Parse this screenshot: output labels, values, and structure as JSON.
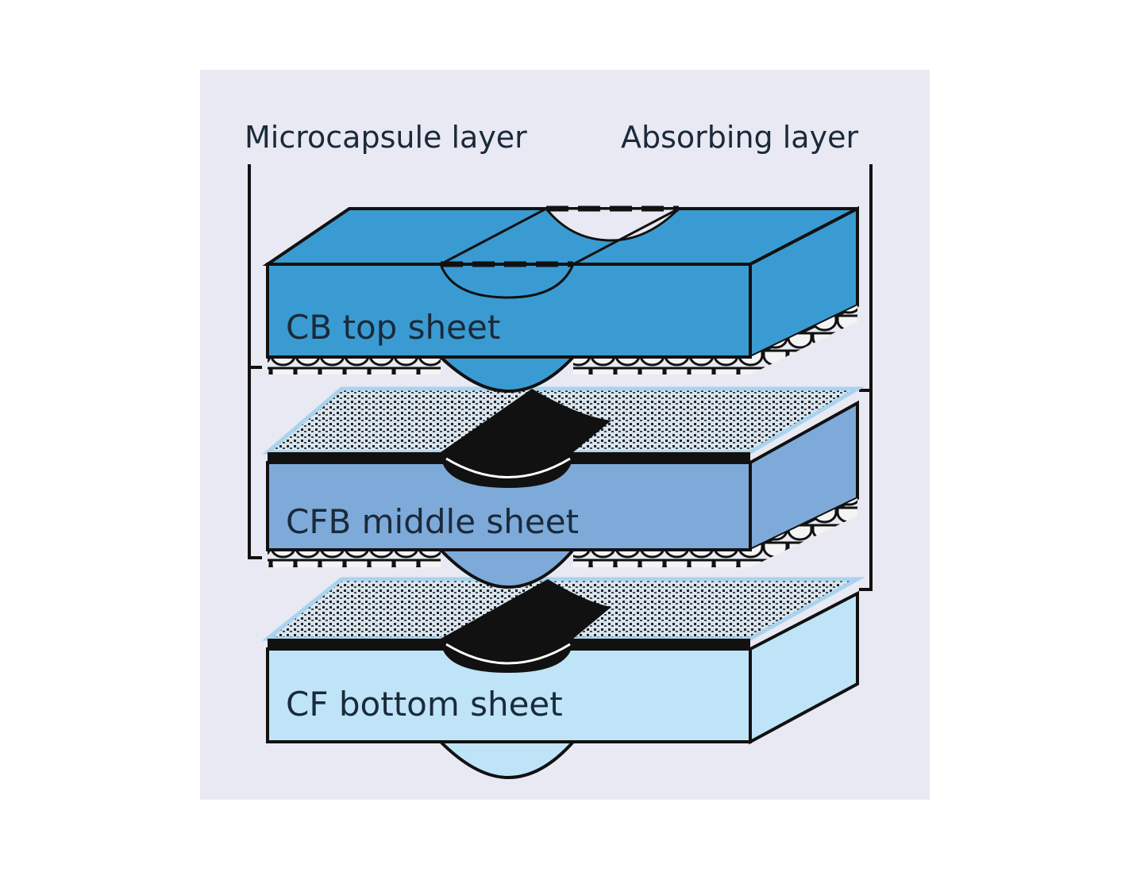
{
  "labels": {
    "microcapsule_layer": "Microcapsule layer",
    "absorbing_layer": "Absorbing layer"
  },
  "sheets": [
    {
      "label": "CB top sheet",
      "color": "#3a9bd2"
    },
    {
      "label": "CFB middle sheet",
      "color": "#7eaad9"
    },
    {
      "label": "CF bottom sheet",
      "color": "#bfe4f7"
    }
  ],
  "colors": {
    "background": "#e9e9f3",
    "ink": "#111111",
    "coating": "#a9d3ee"
  }
}
